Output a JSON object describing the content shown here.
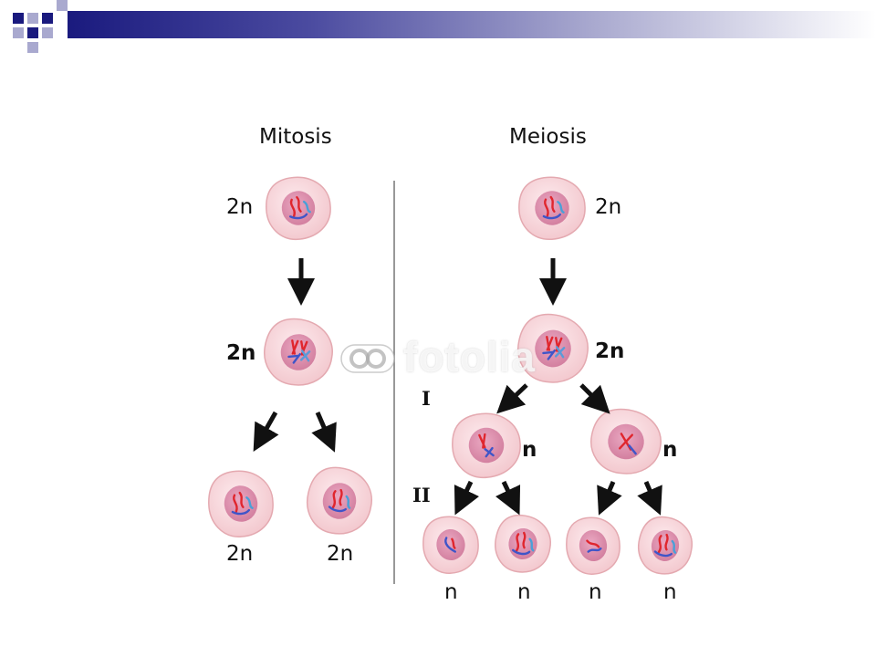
{
  "titles": {
    "left": "Mitosis",
    "right": "Meiosis"
  },
  "ploidy": {
    "mitosis_parent": "2n",
    "mitosis_mid": "2n",
    "mitosis_daughter_1": "2n",
    "mitosis_daughter_2": "2n",
    "meiosis_parent": "2n",
    "meiosis_mid": "2n",
    "meiosis_i_left": "n",
    "meiosis_i_right": "n",
    "meiosis_final_1": "n",
    "meiosis_final_2": "n",
    "meiosis_final_3": "n",
    "meiosis_final_4": "n"
  },
  "stages": {
    "one": "I",
    "two": "II"
  },
  "watermark": "fotolia",
  "colors": {
    "header_dark": "#1a1a7e",
    "cell_fill": "#f8dcdf",
    "cell_stroke": "#e4a9b0",
    "nucleus": "#dc8aa8",
    "chromosome_red": "#e0262e",
    "chromosome_blue": "#3f55c8",
    "arrow": "#111111"
  }
}
